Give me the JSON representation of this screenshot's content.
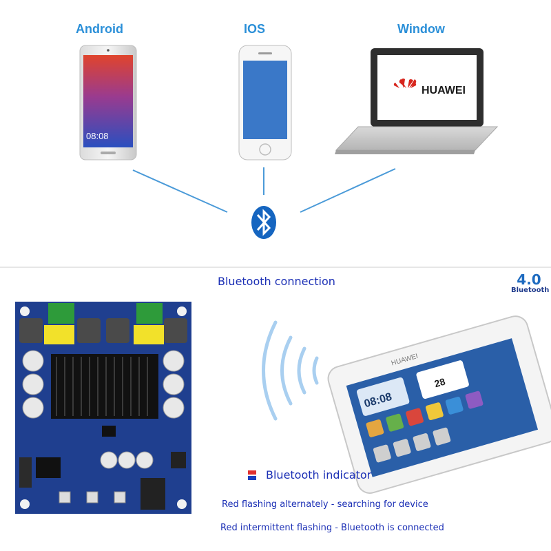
{
  "devices": {
    "android_label": "Android",
    "ios_label": "IOS",
    "window_label": "Window",
    "android_screen_time": "08:08",
    "laptop_brand": "HUAWEI"
  },
  "section": {
    "title": "Bluetooth connection"
  },
  "badge": {
    "version": "4.0",
    "text": "Bluetooth"
  },
  "phone": {
    "brand": "HUAWEI",
    "time": "08:08",
    "date": "28"
  },
  "indicator": {
    "label": "Bluetooth indicator",
    "status_searching": "Red flashing alternately - searching for device",
    "status_connected": "Red intermittent flashing - Bluetooth is connected"
  },
  "colors": {
    "label_blue": "#2a8fd8",
    "text_navy": "#1b2fb5",
    "bluetooth_blue": "#1565c0",
    "board_blue": "#1f3f8f"
  }
}
